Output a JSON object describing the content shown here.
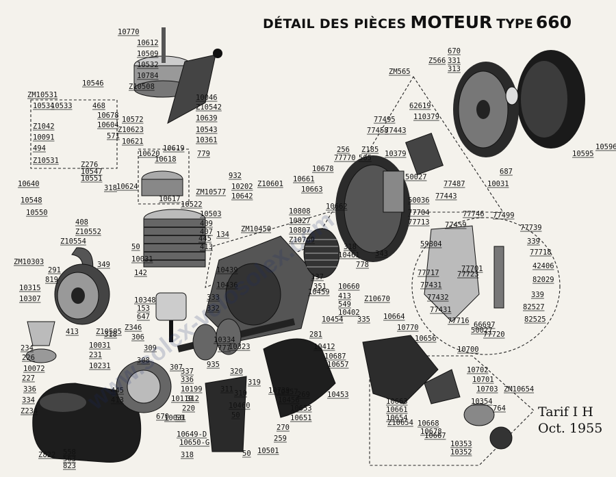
{
  "title": {
    "prefix": "DÉTAIL DES PIÈCES",
    "main": "MOTEUR",
    "type_label": "TYPE",
    "type_number": "660"
  },
  "tarif": {
    "line1": "Tarif I H",
    "line2": "Oct. 1955"
  },
  "watermark": "www.solex-velosolex.com",
  "parts": [
    "10770",
    "10612",
    "10509",
    "10532",
    "10784",
    "Z10508",
    "10546",
    "ZM10531",
    "10534",
    "10533",
    "468",
    "Z1042",
    "10091",
    "494",
    "Z10531",
    "10678",
    "10604",
    "571",
    "Z276",
    "10547",
    "10551",
    "318",
    "10640",
    "10548",
    "10550",
    "408",
    "Z10552",
    "Z10554",
    "10046",
    "Z10542",
    "10639",
    "10543",
    "10361",
    "10572",
    "Z10623",
    "10621",
    "10620",
    "10618",
    "10619",
    "10624",
    "10617",
    "ZM10577",
    "779",
    "932",
    "10202",
    "10642",
    "Z10601",
    "10522",
    "10503",
    "409",
    "407",
    "445",
    "413",
    "10439",
    "134",
    "50",
    "10031",
    "142",
    "ZM10303",
    "291",
    "819",
    "349",
    "10315",
    "10307",
    "413",
    "10348",
    "153",
    "647",
    "Z10505",
    "Z346",
    "306",
    "318",
    "10031",
    "231",
    "10231",
    "308",
    "309",
    "307",
    "337",
    "336",
    "10199",
    "10119",
    "312",
    "220",
    "50",
    "10031",
    "670",
    "445",
    "413",
    "234",
    "226",
    "10072",
    "227",
    "336",
    "334",
    "Z234",
    "Z822",
    "558",
    "563",
    "823",
    "ZM565",
    "Z566",
    "670",
    "331",
    "313",
    "10596",
    "10595",
    "687",
    "10031",
    "62619",
    "110379",
    "77495",
    "77458",
    "77443",
    "256",
    "Z185",
    "77770",
    "565",
    "10379",
    "10678",
    "10661",
    "10663",
    "10662",
    "50027",
    "50036",
    "77443",
    "77487",
    "77704",
    "77713",
    "10808",
    "10827",
    "10807",
    "Z10769",
    "318",
    "10461",
    "778",
    "343",
    "ZM10450",
    "137",
    "351",
    "10436",
    "333",
    "332",
    "10459",
    "10660",
    "413",
    "549",
    "10402",
    "Z10670",
    "10454",
    "281",
    "335",
    "10412",
    "10687",
    "10657",
    "10664",
    "10770",
    "10656",
    "10334",
    "777",
    "10323",
    "935",
    "320",
    "311",
    "310",
    "319",
    "10460",
    "50",
    "10739",
    "10457",
    "10456",
    "269",
    "10453",
    "10653",
    "10651",
    "270",
    "259",
    "10501",
    "50",
    "10649-D",
    "10650-G",
    "318",
    "10700",
    "10702",
    "10701",
    "10703",
    "ZM10654",
    "10354",
    "764",
    "10663",
    "10661",
    "10654",
    "10668",
    "10678",
    "Z10654",
    "10667",
    "10353",
    "10352",
    "77746",
    "77499",
    "77739",
    "77459",
    "339",
    "59804",
    "77718",
    "77701",
    "42406",
    "77717",
    "77723",
    "82029",
    "77431",
    "77432",
    "339",
    "82527",
    "77431",
    "82525",
    "77716",
    "66697",
    "50027",
    "77720"
  ]
}
